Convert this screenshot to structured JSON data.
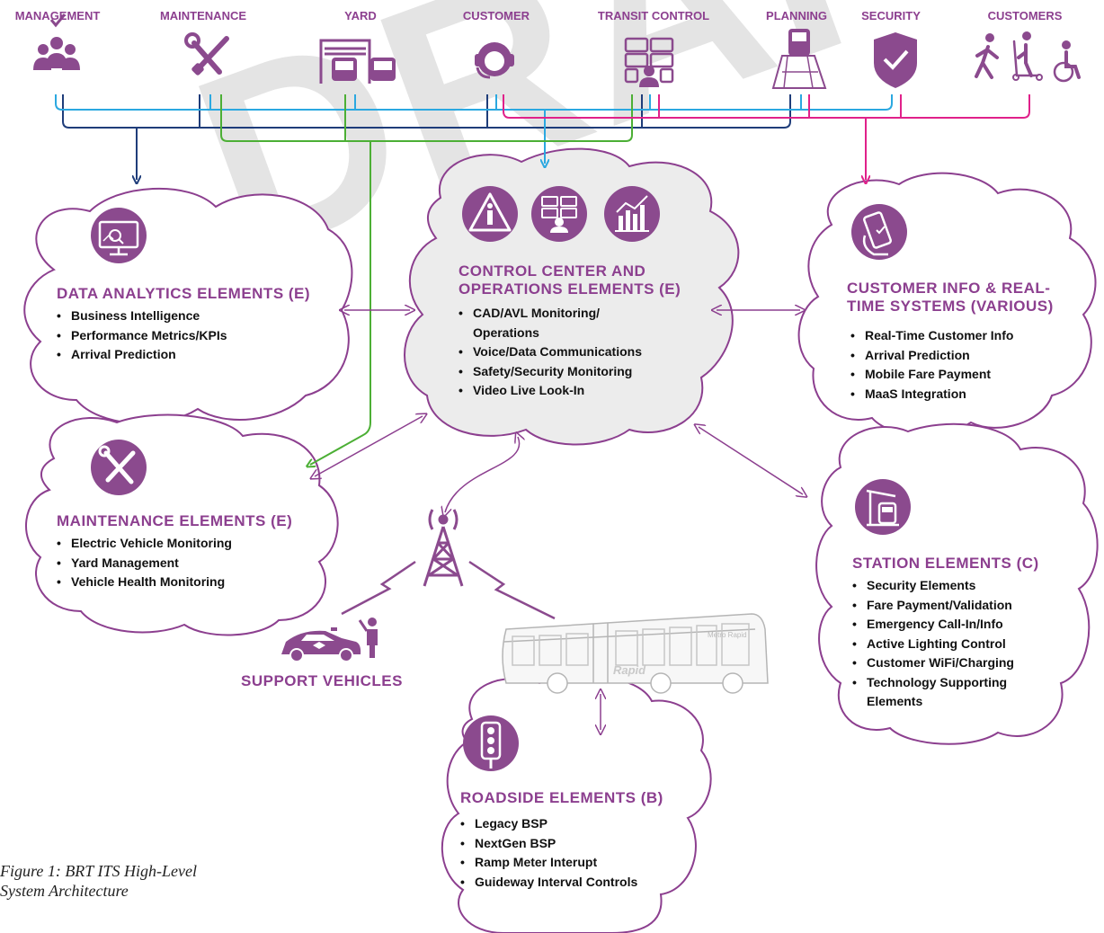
{
  "watermark": "DRAFT",
  "top_categories": [
    {
      "key": "management",
      "label": "MANAGEMENT"
    },
    {
      "key": "maintenance",
      "label": "MAINTENANCE"
    },
    {
      "key": "yard",
      "label": "YARD"
    },
    {
      "key": "customer",
      "label": "CUSTOMER"
    },
    {
      "key": "transit_control",
      "label": "TRANSIT CONTROL"
    },
    {
      "key": "planning",
      "label": "PLANNING"
    },
    {
      "key": "security",
      "label": "SECURITY"
    },
    {
      "key": "customers",
      "label": "CUSTOMERS"
    }
  ],
  "clouds": {
    "data_analytics": {
      "title": "DATA ANALYTICS ELEMENTS (E)",
      "items": [
        "Business Intelligence",
        "Performance Metrics/KPIs",
        "Arrival Prediction"
      ]
    },
    "control_center": {
      "title_line1": "CONTROL CENTER AND",
      "title_line2": "OPERATIONS ELEMENTS (E)",
      "items": [
        "CAD/AVL Monitoring/ Operations",
        "Voice/Data Communications",
        "Safety/Security Monitoring",
        "Video Live Look-In"
      ]
    },
    "customer_info": {
      "title_line1": "CUSTOMER INFO & REAL-",
      "title_line2": "TIME SYSTEMS (VARIOUS)",
      "items": [
        "Real-Time Customer Info",
        "Arrival Prediction",
        "Mobile Fare Payment",
        "MaaS Integration"
      ]
    },
    "maintenance": {
      "title": "MAINTENANCE ELEMENTS (E)",
      "items": [
        "Electric Vehicle Monitoring",
        "Yard Management",
        "Vehicle Health Monitoring"
      ]
    },
    "station": {
      "title": "STATION ELEMENTS (C)",
      "items": [
        "Security Elements",
        "Fare Payment/Validation",
        "Emergency Call-In/Info",
        "Active Lighting Control",
        "Customer WiFi/Charging",
        "Technology Supporting Elements"
      ]
    },
    "roadside": {
      "title": "ROADSIDE ELEMENTS (B)",
      "items": [
        "Legacy BSP",
        "NextGen BSP",
        "Ramp Meter Interupt",
        "Guideway Interval Controls"
      ]
    }
  },
  "support_vehicles_label": "SUPPORT VEHICLES",
  "bus_text": {
    "destination": "Metro Rapid",
    "side": "Rapid"
  },
  "caption": {
    "line1": "Figure 1: BRT ITS High-Level",
    "line2": "System Architecture"
  },
  "colors": {
    "purple": "#8c3f8f",
    "icon_purple": "#8b4a8e",
    "cloud_fill": "#ececec",
    "navy": "#1f3d7a",
    "cyan": "#2ba8e0",
    "green": "#4caf35",
    "magenta": "#e0218a"
  }
}
